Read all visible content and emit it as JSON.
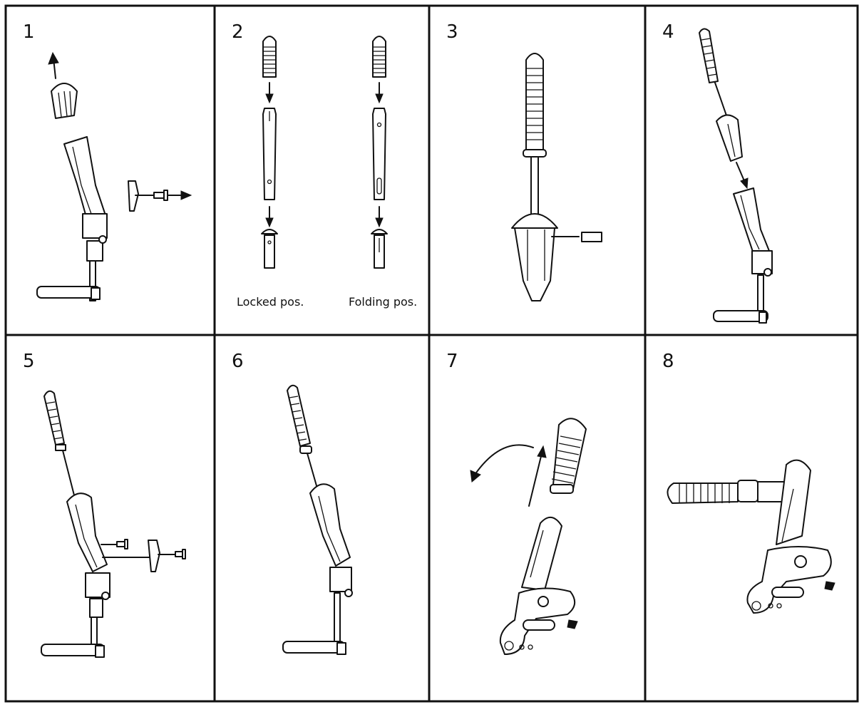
{
  "steps": [
    {
      "number": "1"
    },
    {
      "number": "2",
      "captions": [
        "Locked pos.",
        "Folding pos."
      ]
    },
    {
      "number": "3"
    },
    {
      "number": "4"
    },
    {
      "number": "5"
    },
    {
      "number": "6"
    },
    {
      "number": "7"
    },
    {
      "number": "8"
    }
  ],
  "colors": {
    "line": "#111111",
    "background": "#ffffff"
  },
  "icons": [
    "arrow-icon",
    "curved-arrow-icon",
    "screw-icon",
    "plug-icon",
    "grip-icon"
  ]
}
